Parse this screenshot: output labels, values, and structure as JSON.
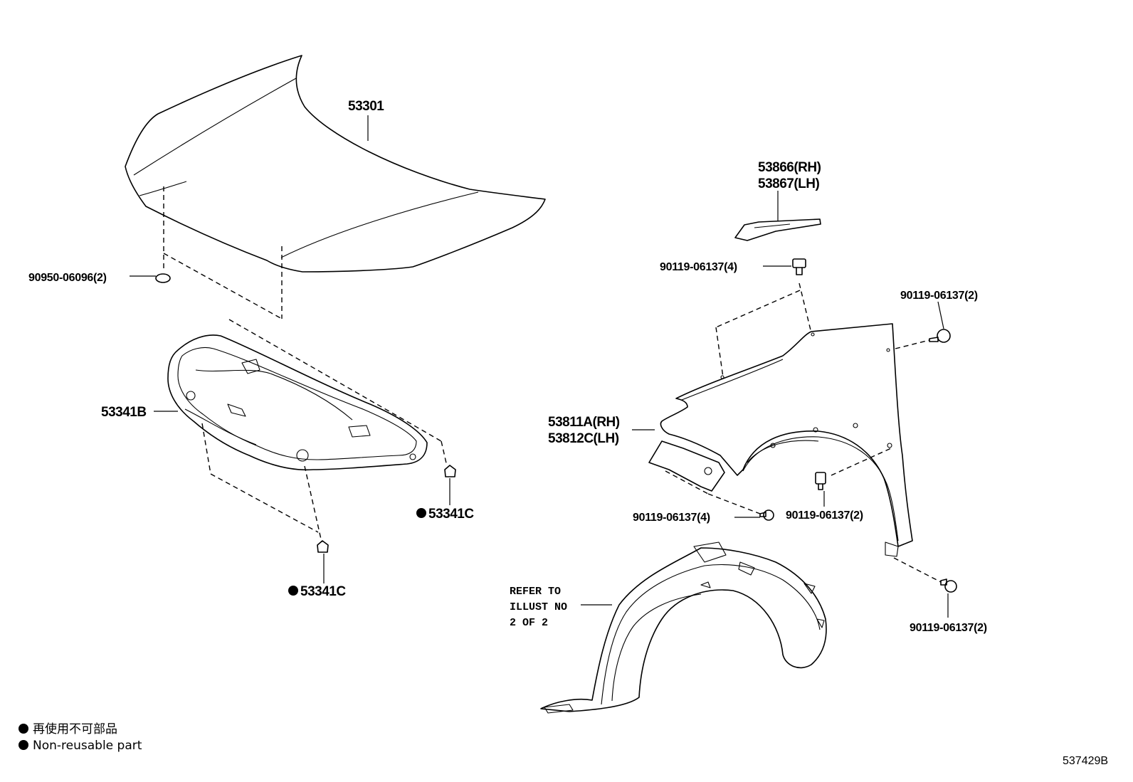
{
  "diagram": {
    "parts": {
      "hood": "53301",
      "hood_seal": "90950-06096(2)",
      "hood_insulator": "53341B",
      "clip_right": "53341C",
      "clip_bottom": "53341C",
      "fender_seal_rh": "53866(RH)",
      "fender_seal_lh": "53867(LH)",
      "bolt_top": "90119-06137(4)",
      "bolt_upper_right": "90119-06137(2)",
      "fender_rh": "53811A(RH)",
      "fender_lh": "53812C(LH)",
      "bolt_lower_left": "90119-06137(4)",
      "bolt_lower_mid": "90119-06137(2)",
      "bolt_lower_right": "90119-06137(2)"
    },
    "liner_note": [
      "REFER TO",
      "ILLUST NO",
      "2 OF 2"
    ],
    "legend": {
      "symbol": "●",
      "jp": "再使用不可部品",
      "en": "Non-reusable part"
    },
    "illustration_code": "537429B"
  }
}
